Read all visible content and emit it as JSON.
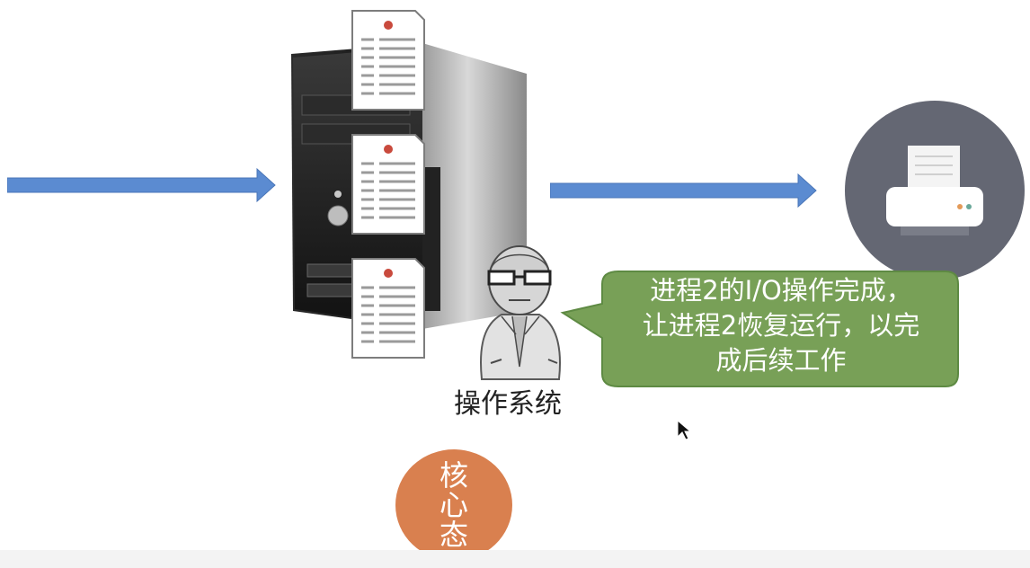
{
  "bubble": {
    "line1": "进程2的I/O操作完成，",
    "line2": "让进程2恢复运行，以完",
    "line3": "成后续工作"
  },
  "os_label": "操作系统",
  "kernel_state": [
    "核",
    "心",
    "态"
  ],
  "colors": {
    "arrow": "#5b8bd1",
    "bubble": "#78a057",
    "kernel": "#d9804f",
    "printer_bg": "#646773"
  },
  "icons": {
    "server": "server-tower-icon",
    "document": "document-icon",
    "printer": "printer-icon",
    "person": "os-person-sketch-icon",
    "cursor": "mouse-cursor-icon"
  }
}
